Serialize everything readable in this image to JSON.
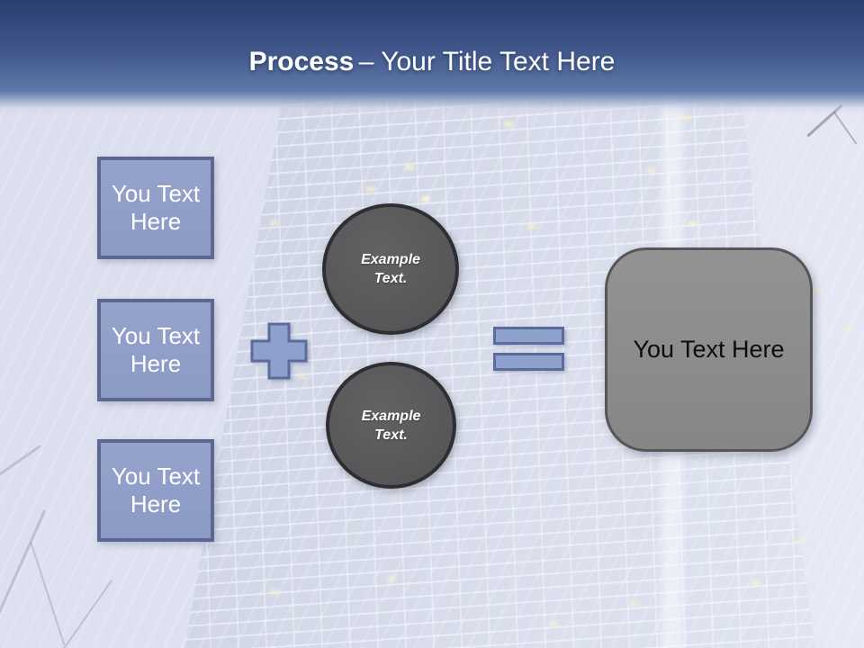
{
  "header": {
    "title_bold": "Process",
    "title_regular": "– Your Title Text Here"
  },
  "process": {
    "inputs": [
      {
        "label": "You Text Here"
      },
      {
        "label": "You Text Here"
      },
      {
        "label": "You Text Here"
      }
    ],
    "circles": [
      {
        "label": "Example Text."
      },
      {
        "label": "Example Text."
      }
    ],
    "result": {
      "label": "You Text Here"
    }
  },
  "icons": {
    "plus": "+",
    "equals": "="
  },
  "colors": {
    "header_gradient_top": "#2b4070",
    "header_gradient_bottom": "#5f78ad",
    "background": "#dde1ef",
    "accent_fill": "#8ea0cc",
    "accent_border": "#5d6890",
    "circle_fill": "#5d5d5d",
    "circle_border": "#2f2f31",
    "result_fill": "#8c8c8c",
    "result_border": "#565656",
    "title_text": "#ffffff",
    "box_text": "#ffffff",
    "circle_text": "#ffffff",
    "result_text": "#000000"
  }
}
